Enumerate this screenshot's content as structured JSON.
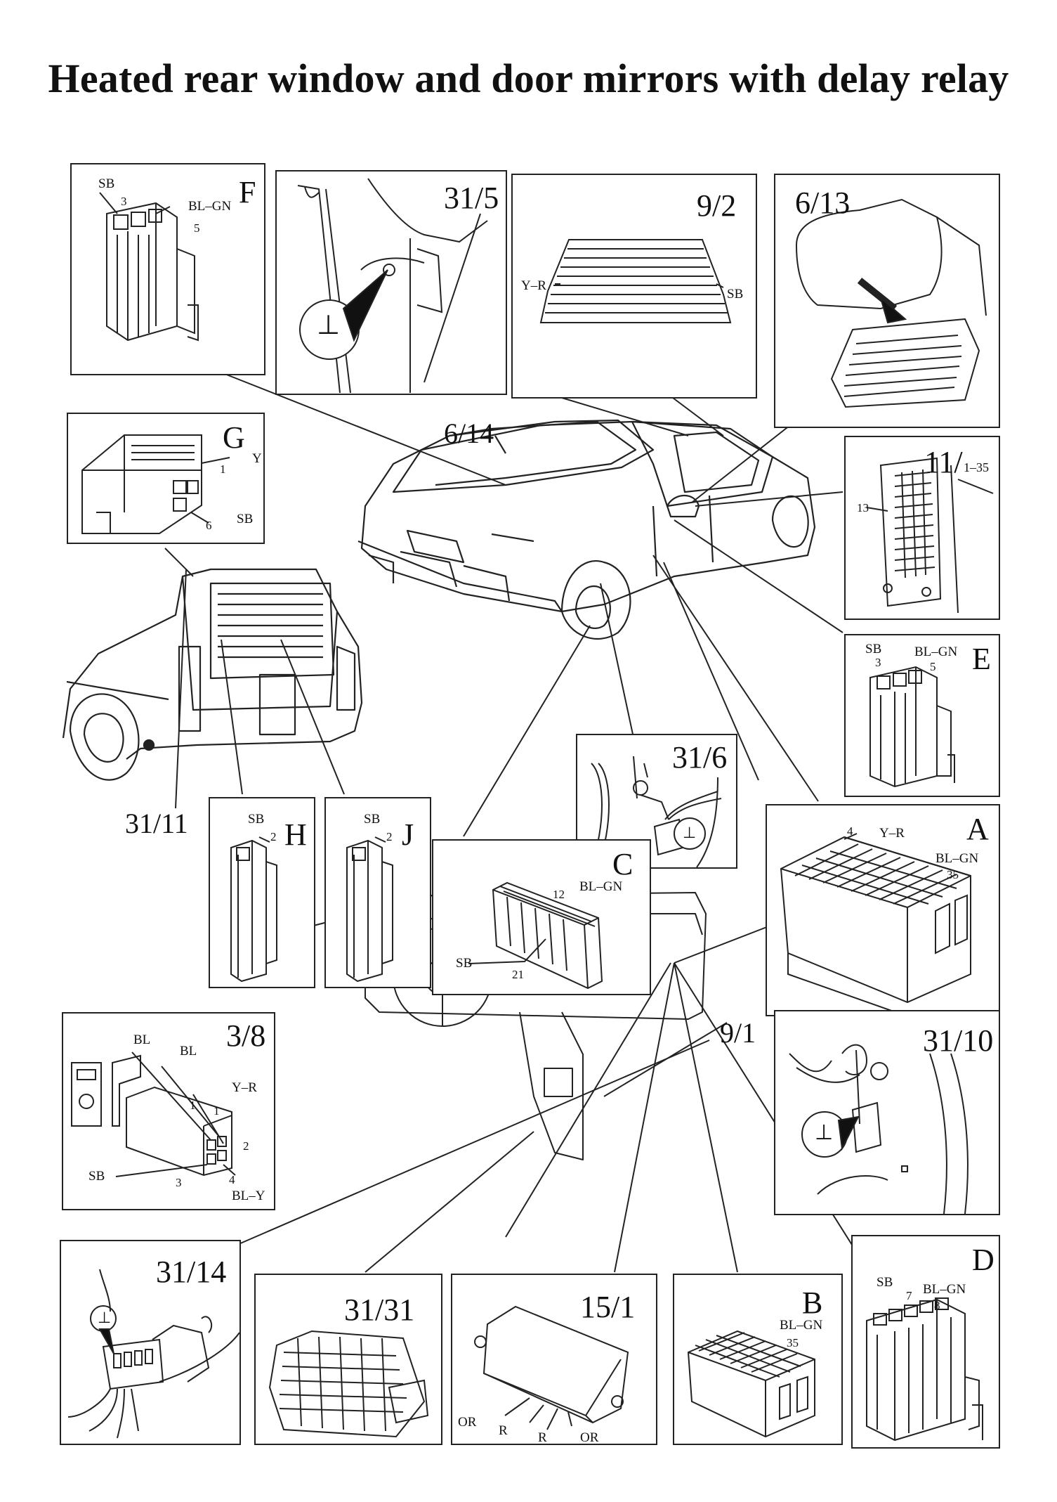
{
  "title": "Heated rear window and door mirrors with delay relay",
  "figure_labels": {
    "car_ref": "6/14",
    "dash_ref": "9/1",
    "wagon_ref": "31/11"
  },
  "panels": {
    "F": {
      "label": "F",
      "sb": "SB",
      "bl_gn": "BL–GN",
      "pin_a": "3",
      "pin_b": "5"
    },
    "p31_5": {
      "label": "31/5",
      "ground": "⊥"
    },
    "p9_2": {
      "label": "9/2",
      "left_wire": "Y–R",
      "right_wire": "SB"
    },
    "p6_13": {
      "label": "6/13"
    },
    "G": {
      "label": "G",
      "wire_top": "Y",
      "pin_top": "1",
      "wire_bot": "SB",
      "pin_bot": "6"
    },
    "p11_1": {
      "label": "11/",
      "sub": "1–35",
      "pin": "13"
    },
    "E": {
      "label": "E",
      "sb": "SB",
      "bl_gn": "BL–GN",
      "pin_a": "3",
      "pin_b": "5"
    },
    "p31_6": {
      "label": "31/6",
      "ground": "⊥"
    },
    "A": {
      "label": "A",
      "pin_a": "4",
      "wire_a": "Y–R",
      "wire_b": "BL–GN",
      "pin_b": "35"
    },
    "H": {
      "label": "H",
      "sb": "SB",
      "pin": "2"
    },
    "J": {
      "label": "J",
      "sb": "SB",
      "pin": "2"
    },
    "C": {
      "label": "C",
      "pin_a": "12",
      "wire_a": "BL–GN",
      "sb": "SB",
      "pin_b": "21"
    },
    "p3_8": {
      "label": "3/8",
      "bl1": "BL",
      "bl2": "BL",
      "yr": "Y–R",
      "p1a": "1",
      "p1b": "1",
      "p2": "2",
      "sb": "SB",
      "p3": "3",
      "p4": "4",
      "bly": "BL–Y"
    },
    "p31_10": {
      "label": "31/10",
      "ground": "⊥"
    },
    "p31_14": {
      "label": "31/14",
      "ground": "⊥"
    },
    "p31_31": {
      "label": "31/31"
    },
    "p15_1": {
      "label": "15/1",
      "or1": "OR",
      "r1": "R",
      "r2": "R",
      "or2": "OR"
    },
    "B": {
      "label": "B",
      "bl_gn": "BL–GN",
      "pin": "35"
    },
    "D": {
      "label": "D",
      "sb": "SB",
      "pin_a": "7",
      "bl_gn": "BL–GN",
      "pin_b": "8"
    }
  }
}
